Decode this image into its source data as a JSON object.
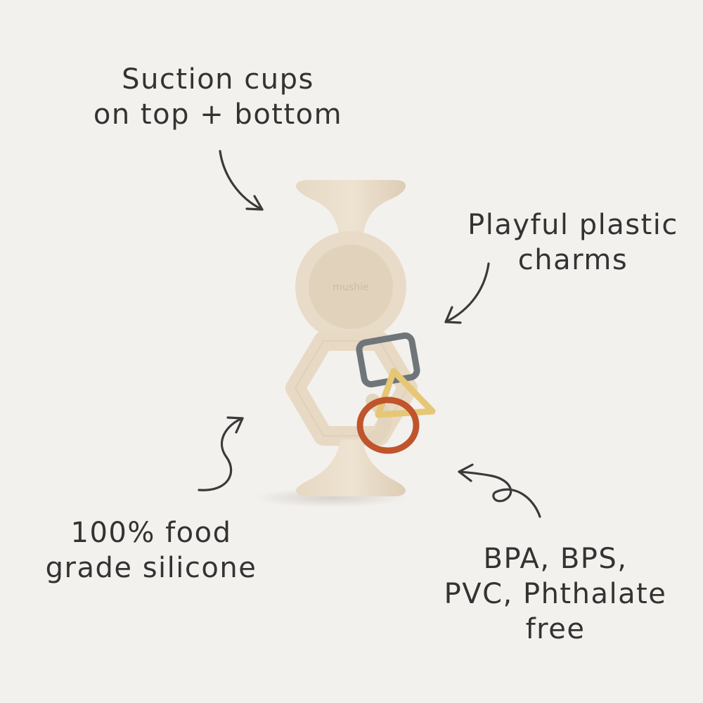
{
  "callouts": {
    "suction": {
      "line1": "Suction cups",
      "line2": "on top + bottom"
    },
    "charms": {
      "line1": "Playful plastic",
      "line2": "charms"
    },
    "silicone": {
      "line1": "100% food",
      "line2": "grade silicone"
    },
    "bpa": {
      "line1": "BPA, BPS,",
      "line2": "PVC, Phthalate",
      "line3": "free"
    }
  },
  "product": {
    "brand": "mushie",
    "colors": {
      "body": "#e9dcc9",
      "body_shade": "#d9c9b2",
      "charm_square": "#6f7679",
      "charm_triangle": "#e5c776",
      "charm_ring": "#c0542c"
    }
  },
  "colors": {
    "background": "#f3f1ee",
    "ink": "#333333"
  }
}
